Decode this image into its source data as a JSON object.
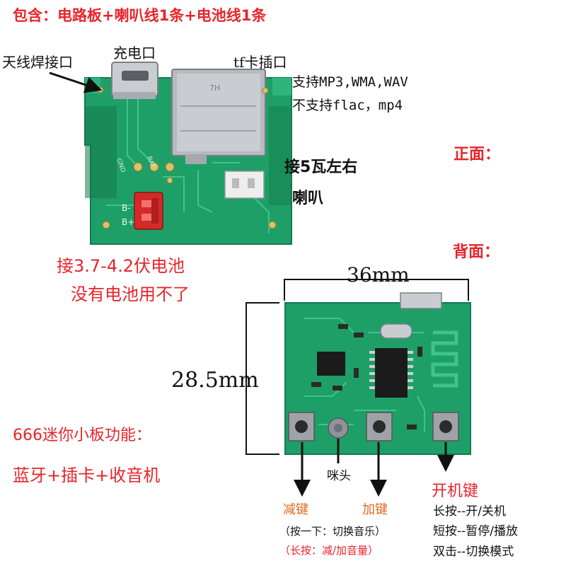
{
  "header": {
    "package_contents": "包含：电路板+喇叭线1条+电池线1条"
  },
  "front": {
    "side_label": "正面：",
    "antenna_port": "天线焊接口",
    "charge_port": "充电口",
    "tf_slot": "tf卡插口",
    "supports": "支持MP3,WMA,WAV",
    "not_supports": "不支持flac，mp4",
    "speaker_line1": "接5瓦左右",
    "speaker_line2": "喇叭",
    "battery_line1": "接3.7-4.2伏电池",
    "battery_line2": "没有电池用不了",
    "pcb_labels": {
      "gnd": "GND",
      "bat": "BAT",
      "b_minus": "B-",
      "b_plus": "B+",
      "h_mark": "7H"
    }
  },
  "back": {
    "side_label": "背面：",
    "width": "36mm",
    "height": "28.5mm",
    "mic": "咪头"
  },
  "features": {
    "title": "666迷你小板功能：",
    "list": "蓝牙+插卡+收音机"
  },
  "buttons": {
    "minus_key": "减键",
    "plus_key": "加键",
    "press_once": "（按一下：切换音乐）",
    "long_press": "（长按：减/加音量）",
    "power_key": "开机键",
    "power_long": "长按--开/关机",
    "power_short": "短按--暂停/播放",
    "power_double": "双击--切换模式"
  },
  "colors": {
    "accent_red": "#e8242a",
    "pcb_green": "#1f9f68",
    "text_black": "#111111"
  }
}
